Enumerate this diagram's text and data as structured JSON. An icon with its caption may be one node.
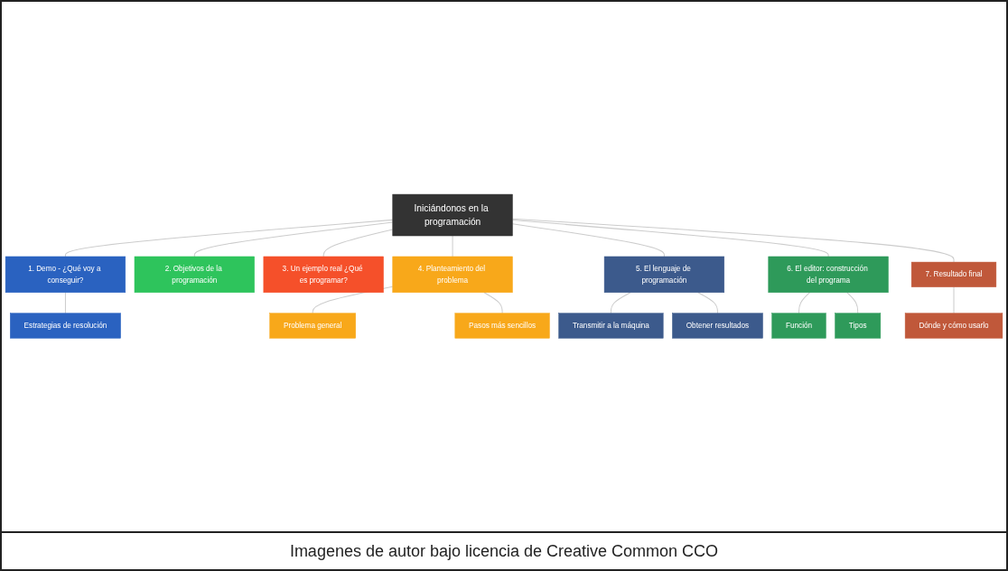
{
  "diagram": {
    "caption": "Imagenes de autor bajo licencia de Creative Common CCO",
    "nodes": [
      {
        "text": [
          "Iniciándonos en la programación"
        ]
      },
      {
        "text": [
          "1. Demo - ¿Qué voy a conseguir?"
        ]
      },
      {
        "text": [
          "Estrategias de resolución"
        ]
      },
      {
        "text": [
          "2. Objetivos de la programación"
        ]
      },
      {
        "text": [
          "3. Un ejemplo real ¿Qué es programar?"
        ]
      },
      {
        "text": [
          "4. Planteamiento del problema"
        ]
      },
      {
        "text": [
          "Problema general"
        ]
      },
      {
        "text": [
          "Pasos más sencillos"
        ]
      },
      {
        "text": [
          "5. El lenguaje de programación"
        ]
      },
      {
        "text": [
          "Transmitir a la máquina"
        ]
      },
      {
        "text": [
          "Obtener resultados"
        ]
      },
      {
        "text": [
          "6. El editor: construcción del programa"
        ]
      },
      {
        "text": [
          "Función"
        ]
      },
      {
        "text": [
          "Tipos"
        ]
      },
      {
        "text": [
          "7. Resultado final"
        ]
      },
      {
        "text": [
          "Dónde y cómo usarlo"
        ]
      }
    ],
    "edges": [
      {
        "from": 0,
        "to": 1,
        "arrow": "none"
      },
      {
        "from": 1,
        "to": 2,
        "arrow": "none"
      },
      {
        "from": 0,
        "to": 3,
        "arrow": "none"
      },
      {
        "from": 0,
        "to": 4,
        "arrow": "none"
      },
      {
        "from": 0,
        "to": 5,
        "arrow": "none"
      },
      {
        "from": 5,
        "to": 6,
        "arrow": "none"
      },
      {
        "from": 5,
        "to": 7,
        "arrow": "none"
      },
      {
        "from": 0,
        "to": 8,
        "arrow": "none"
      },
      {
        "from": 8,
        "to": 9,
        "arrow": "none"
      },
      {
        "from": 8,
        "to": 10,
        "arrow": "none"
      },
      {
        "from": 0,
        "to": 11,
        "arrow": "none"
      },
      {
        "from": 11,
        "to": 12,
        "arrow": "none"
      },
      {
        "from": 11,
        "to": 13,
        "arrow": "none"
      },
      {
        "from": 0,
        "to": 14,
        "arrow": "none"
      },
      {
        "from": 14,
        "to": 15,
        "arrow": "none"
      }
    ]
  }
}
